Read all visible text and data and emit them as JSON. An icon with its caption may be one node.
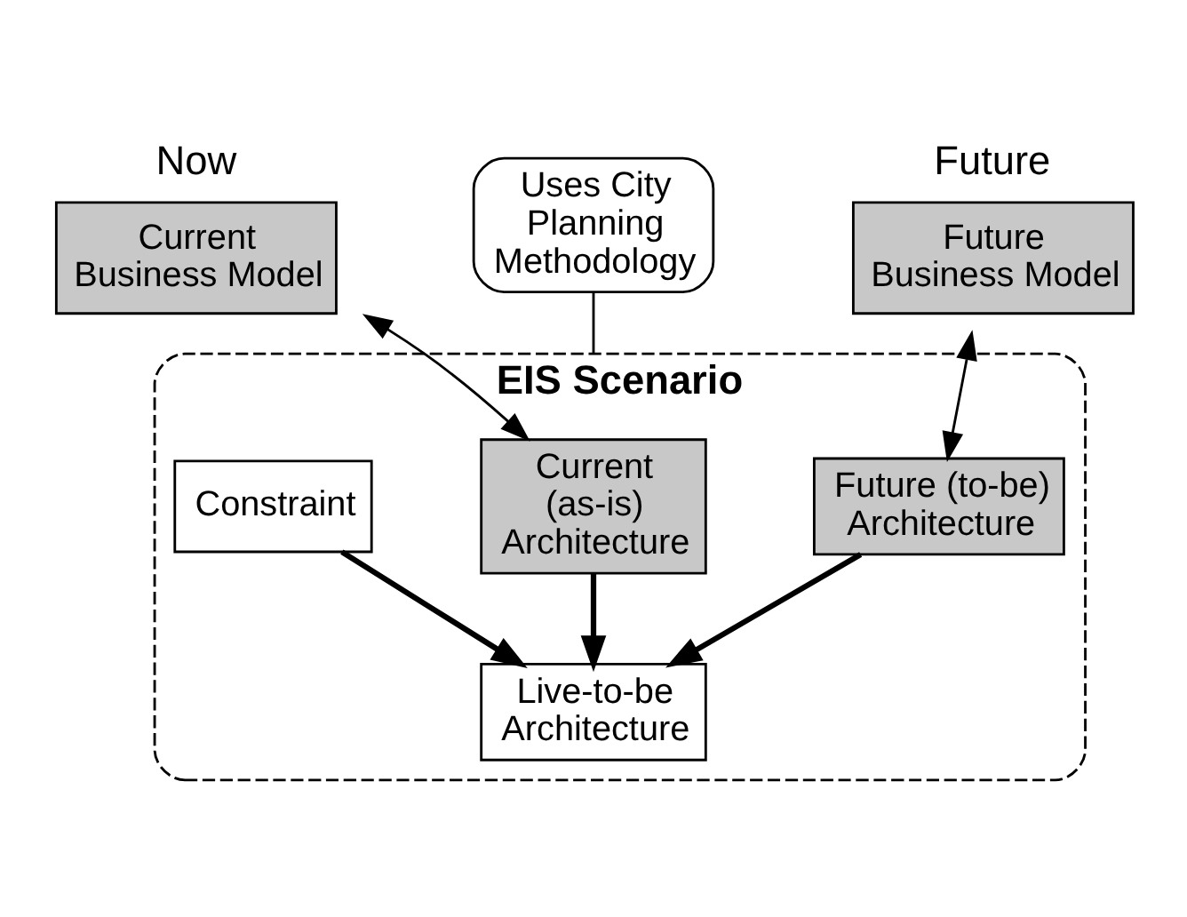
{
  "diagram": {
    "nodes": [
      {
        "text": [
          "Current Business Model"
        ],
        "beside": [
          "Now"
        ]
      },
      {
        "text": [
          "Uses City Planning Methodology"
        ]
      },
      {
        "text": [
          "Future Business Model"
        ],
        "beside": [
          "Future"
        ]
      },
      {
        "text": [
          "EIS Scenario"
        ]
      },
      {
        "text": [
          "Current (as-is) Architecture"
        ],
        "in": 3
      },
      {
        "text": [
          "Future (to-be) Architecture"
        ],
        "in": 3
      },
      {
        "text": [
          "Live-to-be Architecture"
        ],
        "in": 3
      },
      {
        "text": [
          "Constraint"
        ],
        "in": 3
      }
    ],
    "edges": [
      {
        "from": 0,
        "to": 4,
        "arrow": "both"
      },
      {
        "from": 2,
        "to": 5,
        "arrow": "both"
      },
      {
        "from": 1,
        "to": 3,
        "arrow": "none"
      },
      {
        "from": 4,
        "to": 6,
        "arrow": "to",
        "style": "thick"
      },
      {
        "from": 5,
        "to": 6,
        "arrow": "to",
        "style": "thick"
      },
      {
        "from": 7,
        "to": 6,
        "arrow": "to",
        "style": "thick"
      }
    ]
  }
}
